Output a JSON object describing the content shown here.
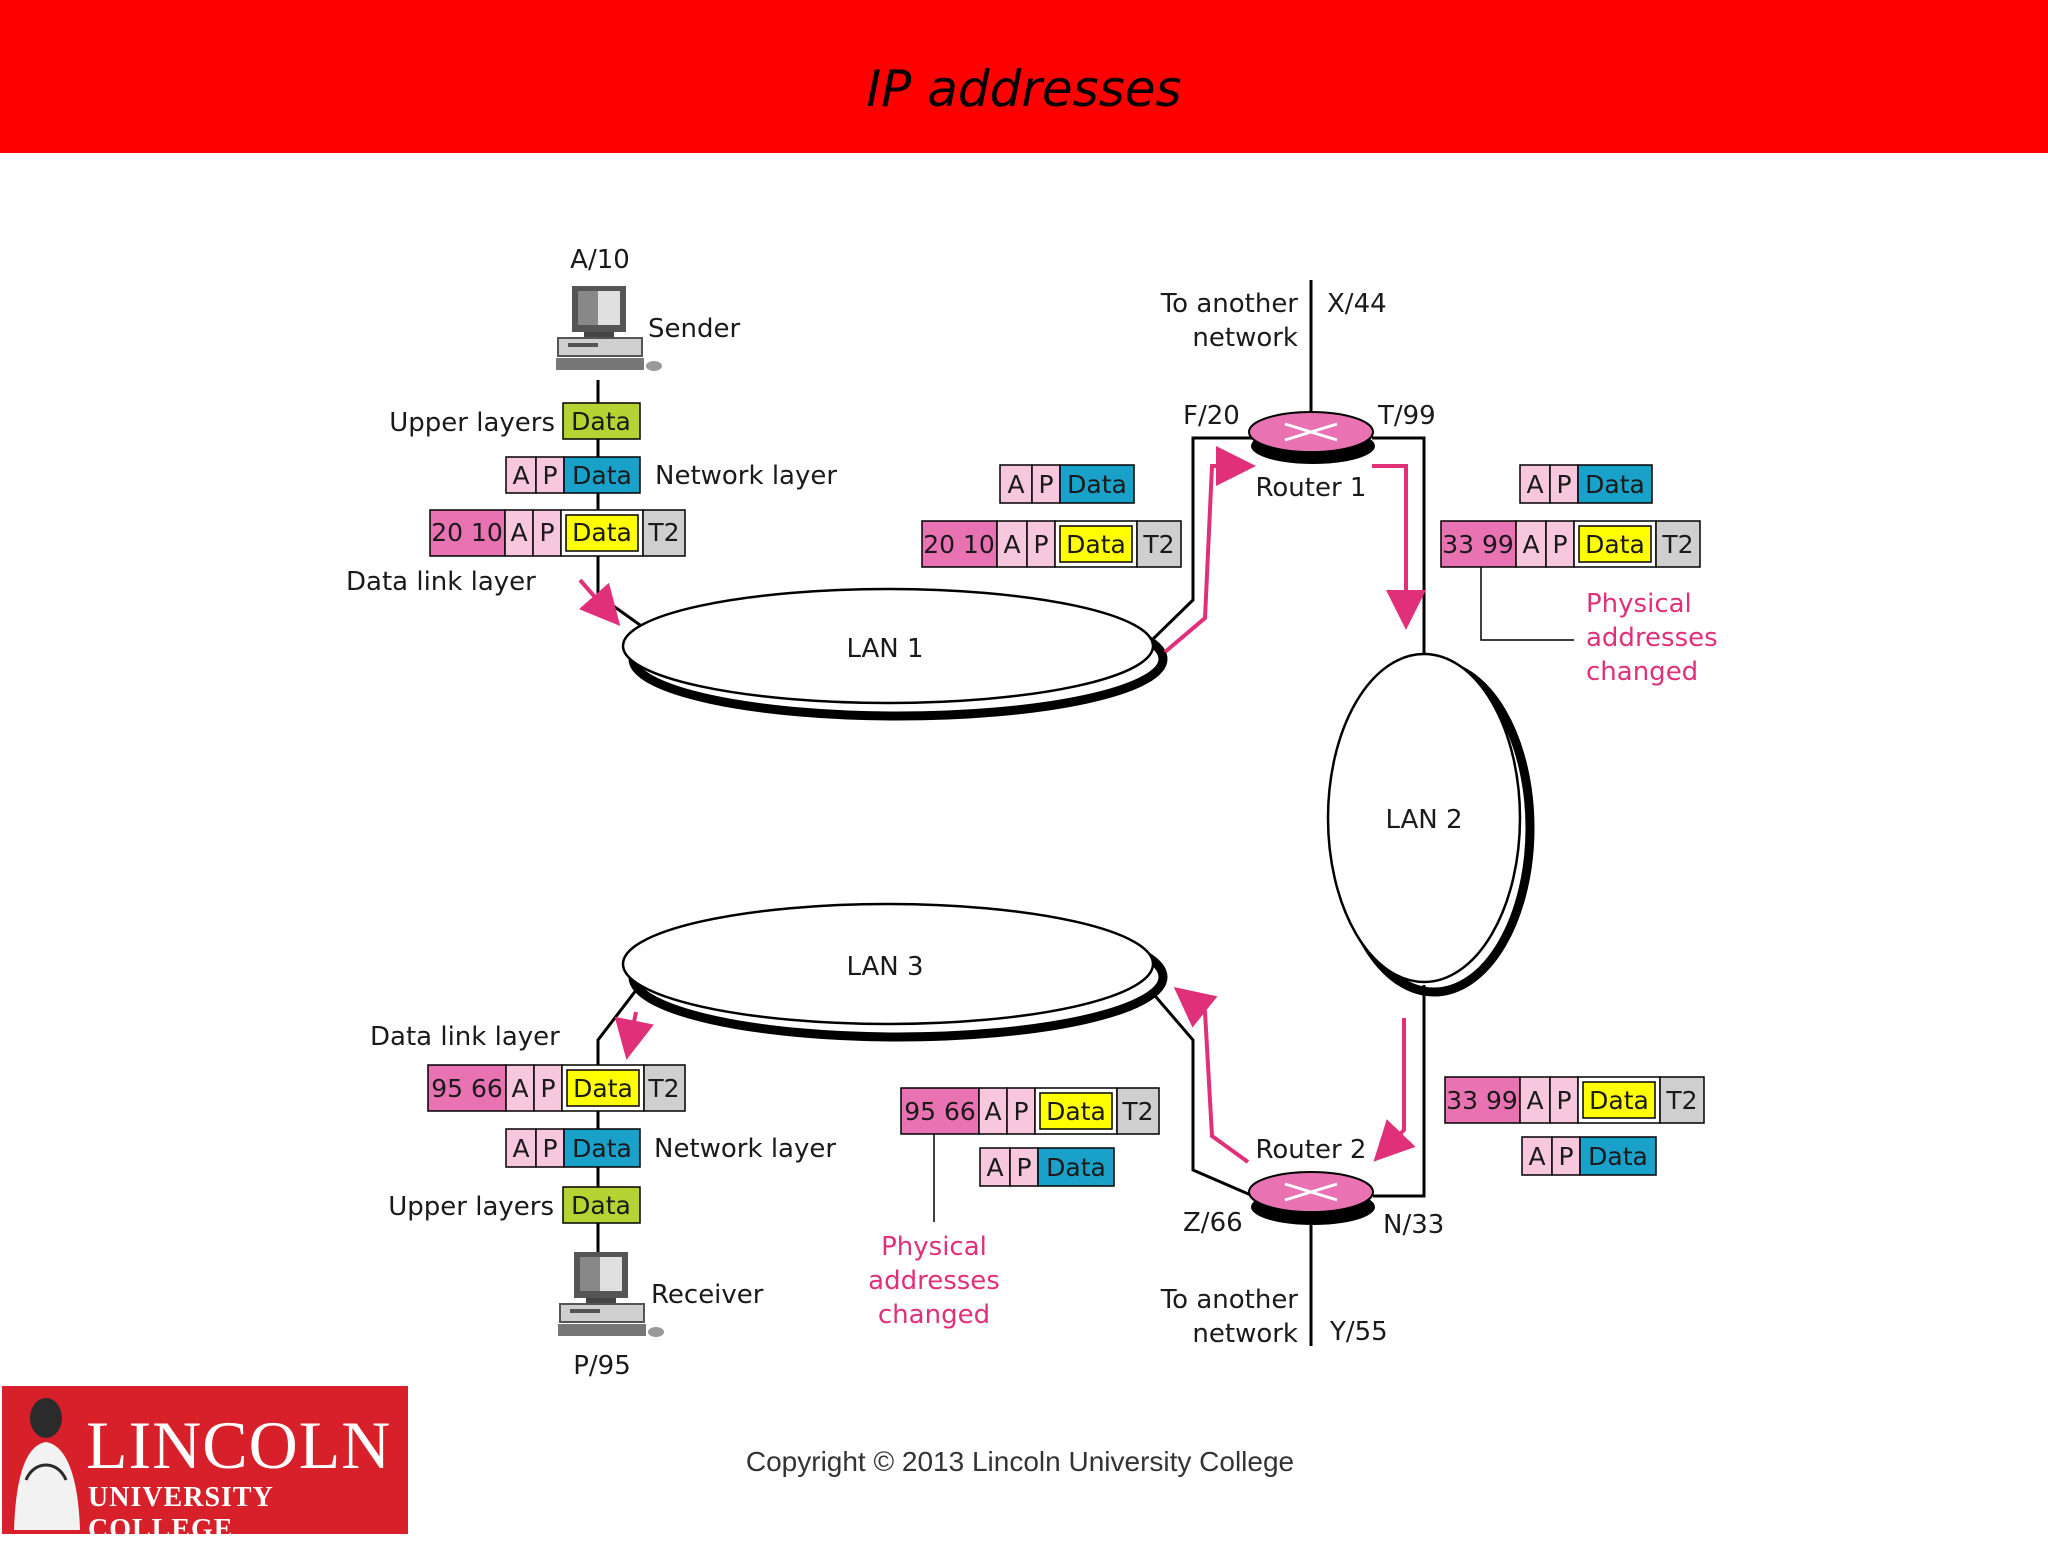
{
  "slide": {
    "title": "IP addresses",
    "copyright": "Copyright © 2013 Lincoln University College"
  },
  "logo": {
    "name": "LINCOLN",
    "subtitle": "UNIVERSITY COLLEGE"
  },
  "colors": {
    "title_bar": "#ff0000",
    "pink": "#e0307a",
    "physical_cell": "#e872b2",
    "logical_cell": "#f6c7dd",
    "data_upper": "#b5d332",
    "data_network": "#1aa1c9",
    "data_link": "#ffff00",
    "trailer": "#cfcfcf"
  },
  "diagram": {
    "sender": {
      "address": "A/10",
      "label": "Sender"
    },
    "receiver": {
      "address": "P/95",
      "label": "Receiver"
    },
    "layers": {
      "upper": "Upper layers",
      "network": "Network layer",
      "datalink": "Data link layer"
    },
    "lans": {
      "lan1": "LAN 1",
      "lan2": "LAN 2",
      "lan3": "LAN 3"
    },
    "router1": {
      "label": "Router 1",
      "left_port": "F/20",
      "right_port": "T/99",
      "top_link": "X/44",
      "other_line1": "To another",
      "other_line2": "network"
    },
    "router2": {
      "label": "Router 2",
      "left_port": "Z/66",
      "right_port": "N/33",
      "bottom_link": "Y/55",
      "other_line1": "To another",
      "other_line2": "network"
    },
    "note": {
      "line1": "Physical",
      "line2": "addresses",
      "line3": "changed"
    },
    "cells": {
      "a": "A",
      "p": "P",
      "data": "Data",
      "trailer": "T2",
      "frame_lan1": "20 10",
      "frame_lan2": "33 99",
      "frame_lan3": "95 66"
    }
  }
}
